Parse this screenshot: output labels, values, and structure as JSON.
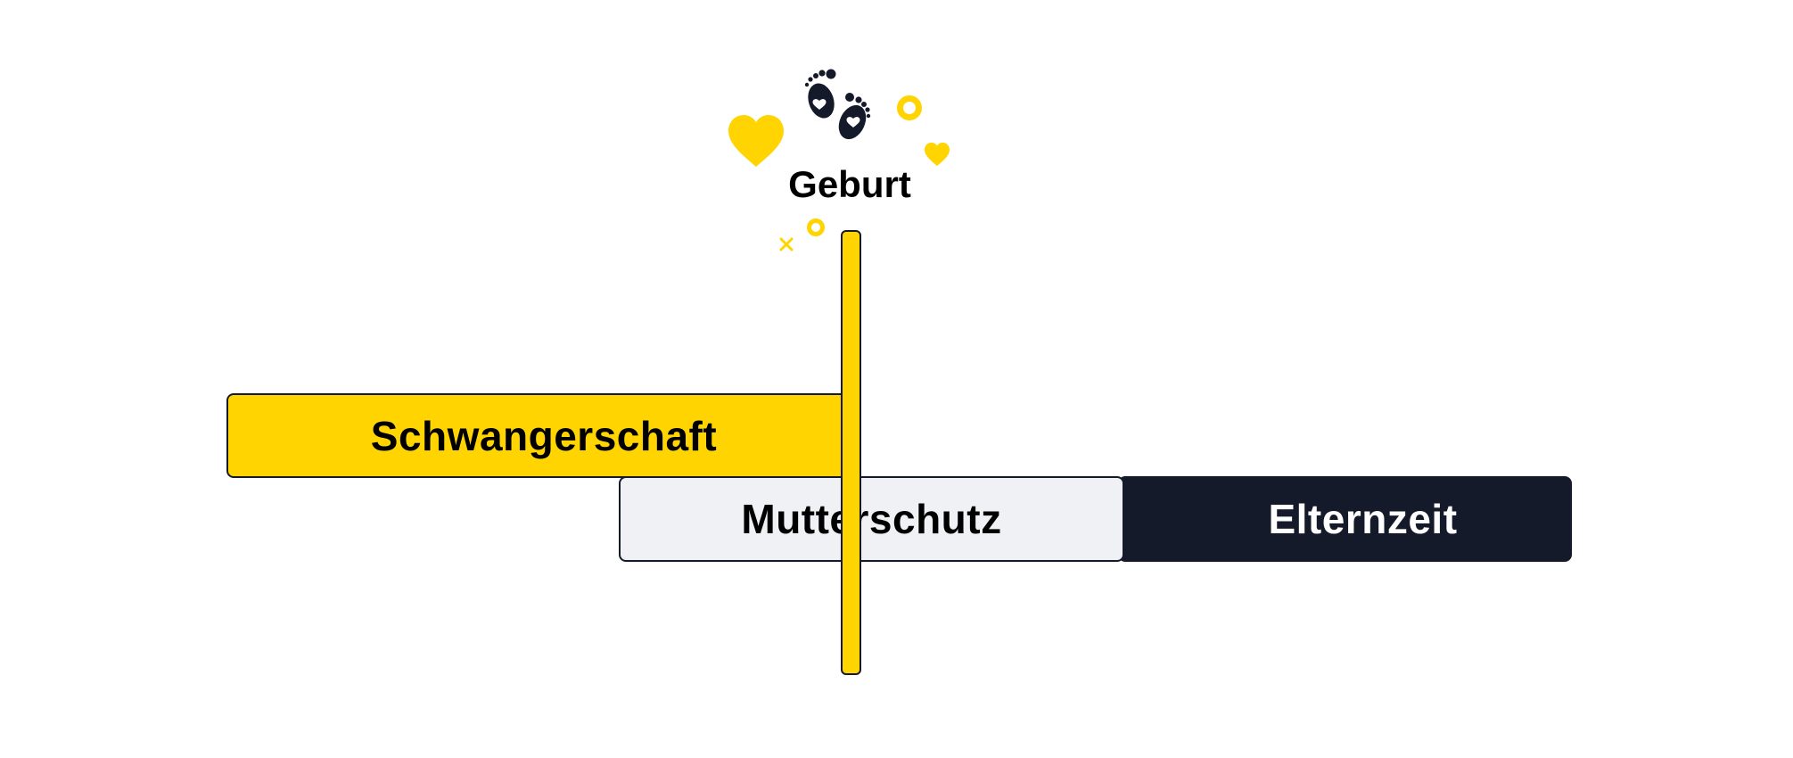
{
  "diagram": {
    "birth_label": "Geburt",
    "phases": {
      "pregnancy": {
        "label": "Schwangerschaft",
        "color": "#FFD400"
      },
      "maternity_protection": {
        "label": "Mutterschutz",
        "color": "#F0F1F5"
      },
      "parental_leave": {
        "label": "Elternzeit",
        "color": "#151A2B"
      }
    },
    "birth_line_color": "#FFD400",
    "outline_color": "#151A2B",
    "icons": {
      "footprints": "baby-footprints-icon",
      "heart": "heart-icon",
      "ring": "ring-icon",
      "cross": "cross-icon"
    },
    "accent_color": "#FFD400"
  }
}
